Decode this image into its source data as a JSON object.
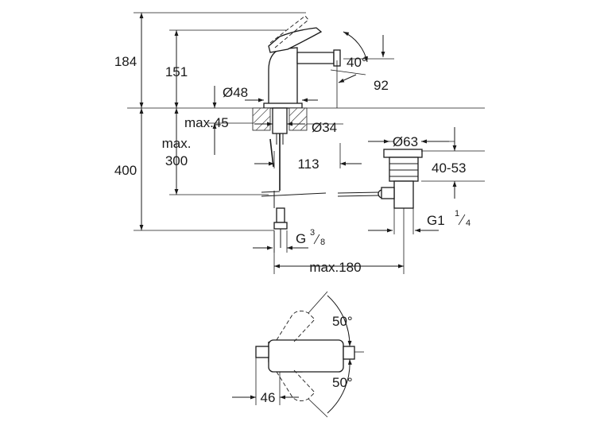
{
  "dimensions": {
    "total_height": "184",
    "spout_height": "151",
    "lever_angle": "40°",
    "lever_reach": "92",
    "base_diameter": "Ø48",
    "max_deck": "max.45",
    "hole_diameter": "Ø34",
    "max_label": "max.",
    "max_depth": "300",
    "below_height": "400",
    "spacing": "113",
    "waste_diameter": "Ø63",
    "waste_range": "40-53",
    "waste_thread": "G1",
    "waste_thread_num": "1",
    "waste_thread_den": "4",
    "conn_thread": "G",
    "conn_thread_num": "3",
    "conn_thread_den": "8",
    "max_reach": "max.180",
    "top_angle": "50°",
    "bottom_angle": "50°",
    "lever_offset": "46"
  }
}
